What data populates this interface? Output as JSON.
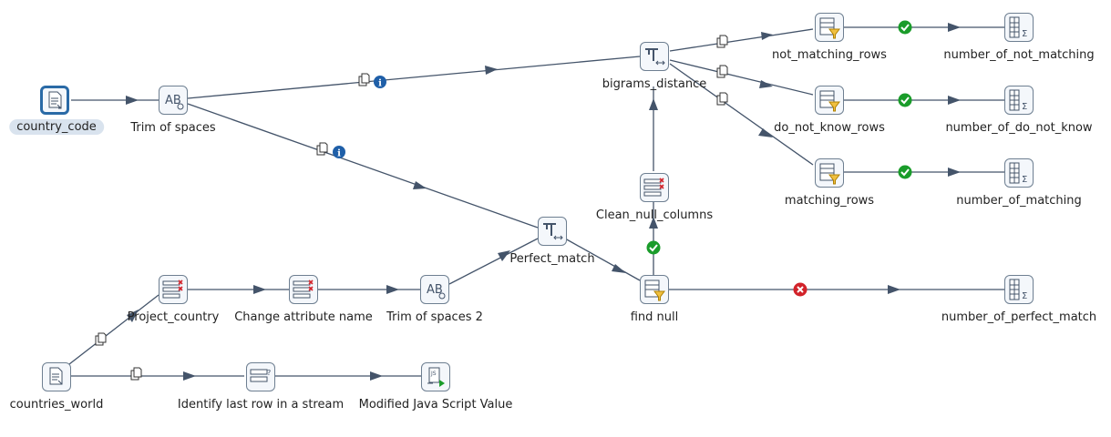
{
  "steps": {
    "country_code": {
      "label": "country_code",
      "icon": "csv-input-icon"
    },
    "trim_of_spaces": {
      "label": "Trim of spaces",
      "icon": "string-operations-icon"
    },
    "bigrams_distance": {
      "label": "bigrams_distance",
      "icon": "fuzzy-match-icon"
    },
    "not_matching_rows": {
      "label": "not_matching_rows",
      "icon": "filter-rows-icon"
    },
    "number_of_not_matching": {
      "label": "number_of_not_matching",
      "icon": "group-by-icon"
    },
    "do_not_know_rows": {
      "label": "do_not_know_rows",
      "icon": "filter-rows-icon"
    },
    "number_of_do_not_know": {
      "label": "number_of_do_not_know",
      "icon": "group-by-icon"
    },
    "matching_rows": {
      "label": "matching_rows",
      "icon": "filter-rows-icon"
    },
    "number_of_matching": {
      "label": "number_of_matching",
      "icon": "group-by-icon"
    },
    "clean_null_columns": {
      "label": "Clean_null_columns",
      "icon": "select-values-icon"
    },
    "perfect_match": {
      "label": "Perfect_match",
      "icon": "fuzzy-match-icon"
    },
    "find_null": {
      "label": "find null",
      "icon": "filter-rows-icon"
    },
    "number_of_perfect_match": {
      "label": "number_of_perfect_match",
      "icon": "group-by-icon"
    },
    "project_country": {
      "label": "Project_country",
      "icon": "select-values-icon"
    },
    "change_attribute_name": {
      "label": "Change attribute name",
      "icon": "select-values-icon"
    },
    "trim_of_spaces_2": {
      "label": "Trim of spaces 2",
      "icon": "string-operations-icon"
    },
    "countries_world": {
      "label": "countries_world",
      "icon": "csv-input-icon"
    },
    "identify_last_row": {
      "label": "Identify last row in a stream",
      "icon": "detect-last-row-icon"
    },
    "modified_js_value": {
      "label": "Modified Java Script Value",
      "icon": "javascript-icon"
    }
  },
  "colors": {
    "hop": "#44546a",
    "true_hop": "#1a9c2a",
    "false_hop": "#d2232a",
    "info": "#1f5fa8",
    "selected_border": "#2a6aa6"
  }
}
